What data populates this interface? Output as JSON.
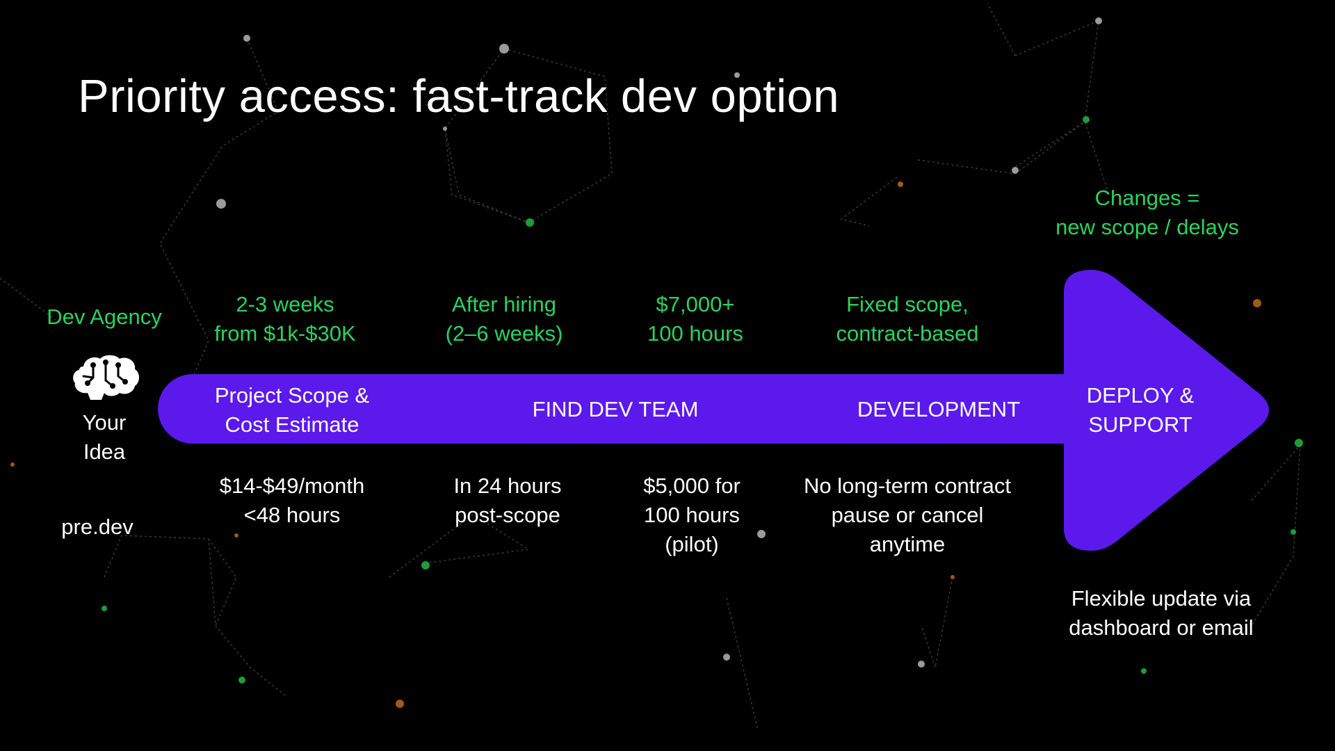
{
  "title": "Priority access: fast-track dev option",
  "colors": {
    "background": "#000000",
    "arrow": "#5b1aeb",
    "agency_text": "#2bd35f",
    "predev_text": "#ffffff"
  },
  "icon": {
    "name": "brain-circuit-icon"
  },
  "start": {
    "agency_label": "Dev Agency",
    "idea_label": "Your\nIdea",
    "predev_label": "pre.dev"
  },
  "stages": [
    {
      "label": "Project Scope &\nCost Estimate"
    },
    {
      "label": "FIND DEV TEAM"
    },
    {
      "label": "DEVELOPMENT"
    },
    {
      "label": "DEPLOY &\nSUPPORT"
    }
  ],
  "agency": [
    {
      "text": "2-3 weeks\nfrom $1k-$30K"
    },
    {
      "text": "After hiring\n(2–6 weeks)"
    },
    {
      "text": "$7,000+\n100 hours"
    },
    {
      "text": "Fixed scope,\ncontract-based"
    },
    {
      "text": "Changes =\nnew scope / delays"
    }
  ],
  "predev": [
    {
      "text": "$14-$49/month\n<48 hours"
    },
    {
      "text": "In 24 hours\npost-scope"
    },
    {
      "text": "$5,000 for\n100 hours\n(pilot)"
    },
    {
      "text": "No long-term contract\npause or cancel\nanytime"
    },
    {
      "text": "Flexible update via\ndashboard or email"
    }
  ]
}
